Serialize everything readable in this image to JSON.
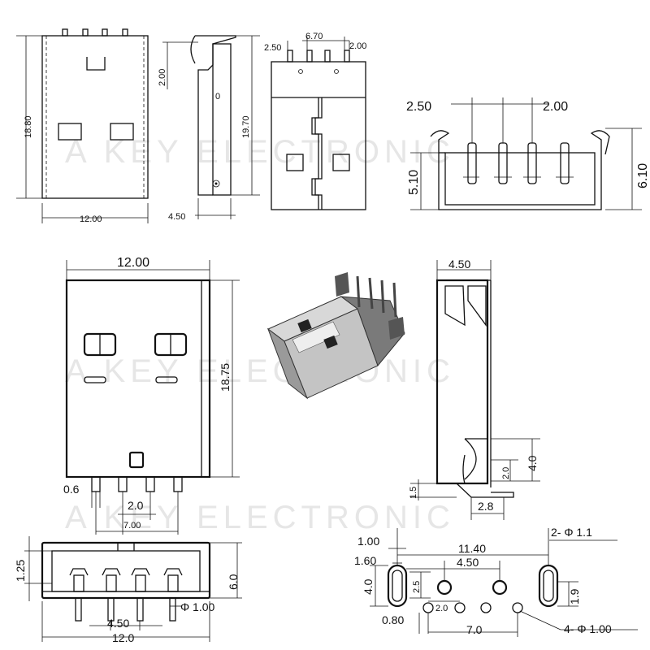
{
  "watermarks": [
    "A KEY ELECTRONIC",
    "A KEY ELECTRONIC",
    "A KEY ELECTRONIC"
  ],
  "top_front": {
    "height": "18.80",
    "width": "12.00"
  },
  "top_side": {
    "offset": "2.00",
    "height": "19.70",
    "depth": "4.50"
  },
  "top_rear": {
    "pitch_left": "2.50",
    "span": "6.70",
    "pitch_right": "2.00"
  },
  "top_end": {
    "pitch_left": "2.50",
    "pitch_right": "2.00",
    "inner_height": "5.10",
    "outer_height": "6.10"
  },
  "mid_front": {
    "width": "12.00",
    "height": "18.75",
    "pin_width": "0.6",
    "pitch": "2.0",
    "span": "7.00"
  },
  "mid_side": {
    "depth": "4.50",
    "h1": "4.0",
    "h2": "2.0",
    "h3": "1.5",
    "foot": "2.8"
  },
  "bottom_end": {
    "top_offset": "1.25",
    "height": "6.0",
    "pin_diameter": "Φ 1.00",
    "pitch": "4.50",
    "width": "12.0"
  },
  "pcb": {
    "slot_label": "2- Φ 1.1",
    "width_a": "1.00",
    "span": "11.40",
    "width_b": "1.60",
    "pitch_big": "4.50",
    "slot_h": "4.0",
    "h_25": "2.5",
    "h_19": "1.9",
    "offset": "0.80",
    "pitch_small": "2.0",
    "span_small": "7.0",
    "hole_label": "4- Φ 1.00"
  }
}
